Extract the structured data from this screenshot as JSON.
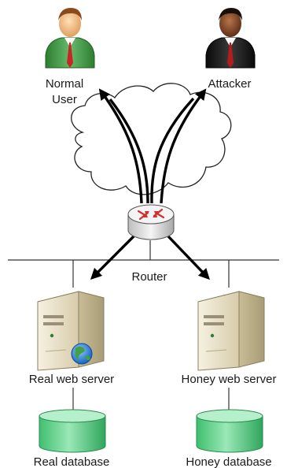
{
  "nodes": {
    "normal_user": {
      "label_line1": "Normal",
      "label_line2": "User",
      "shirt_color": "#4caf50",
      "skin_color": "#f4c28c",
      "tie_color": "#c62828"
    },
    "attacker": {
      "label": "Attacker",
      "shirt_color": "#1c1c1c",
      "skin_color": "#8d4e2a",
      "tie_color": "#b71c1c"
    },
    "router": {
      "label": "Router",
      "body_color": "#e6e6e6",
      "arrow_color": "#d32f2f"
    },
    "real_web_server": {
      "label": "Real web server",
      "body_color": "#ece3c9",
      "globe_icon": "globe-icon"
    },
    "honey_web_server": {
      "label": "Honey web server",
      "body_color": "#ece3c9"
    },
    "real_database": {
      "label": "Real database",
      "color": "#59d486"
    },
    "honey_database": {
      "label": "Honey database",
      "color": "#59d486"
    }
  },
  "cloud": {
    "icon": "cloud-icon",
    "stroke": "#222222"
  },
  "arrow_color": "#000000"
}
